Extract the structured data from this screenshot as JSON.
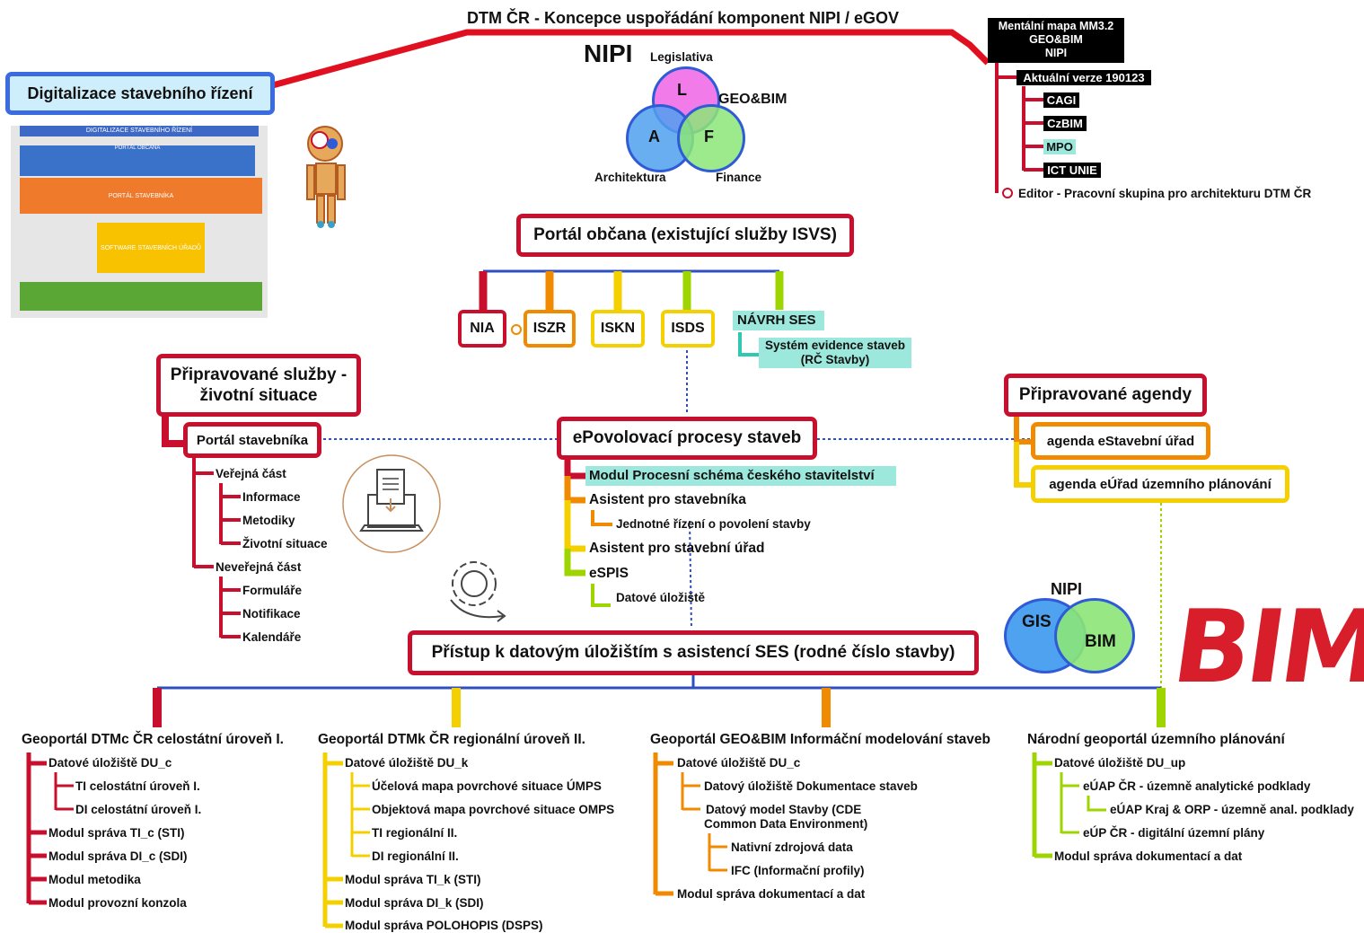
{
  "title": "DTM ČR - Koncepce uspořádání komponent NIPI / eGOV",
  "top_left_box": "Digitalizace stavebního řízení",
  "thumbnail": {
    "header": "DIGITALIZACE STAVEBNÍHO ŘÍZENÍ",
    "portal_obcana": "PORTÁL OBČANA",
    "portal_stavebnika": "PORTÁL STAVEBNÍKA",
    "software": "SOFTWARE STAVEBNÍCH ÚŘADŮ"
  },
  "venn_top": {
    "nipi": "NIPI",
    "l": "L",
    "a": "A",
    "f": "F",
    "legislativa": "Legislativa",
    "geobim": "GEO&BIM",
    "architektura": "Architektura",
    "finance": "Finance"
  },
  "mindmap": {
    "header_lines": [
      "Mentální mapa MM3.2",
      "GEO&BIM",
      "NIPI"
    ],
    "version": "Aktuální verze 190123",
    "items": [
      "CAGI",
      "CzBIM",
      "MPO",
      "ICT UNIE"
    ],
    "editor": "Editor - Pracovní skupina pro architekturu DTM ČR"
  },
  "portal_obcana": "Portál občana (existující služby ISVS)",
  "services": [
    "NIA",
    "ISZR",
    "ISKN",
    "ISDS"
  ],
  "navrh_ses": "NÁVRH SES",
  "ses_detail": [
    "Systém evidence staveb",
    "(RČ Stavby)"
  ],
  "pripravovane_sluzby": [
    "Připravované služby -",
    "životní situace"
  ],
  "portal_stavebnika": "Portál stavebníka",
  "stavebnik_tree": {
    "verejna": "Veřejná část",
    "verejna_items": [
      "Informace",
      "Metodiky",
      "Životní situace"
    ],
    "neverejna": "Neveřejná část",
    "neverejna_items": [
      "Formuláře",
      "Notifikace",
      "Kalendáře"
    ]
  },
  "epovolovaci": "ePovolovací procesy staveb",
  "epov_tree": {
    "modul": "Modul Procesní schéma českého stavitelství",
    "asistent_stavebnika": "Asistent pro stavebníka",
    "jednotne": "Jednotné řízení o povolení stavby",
    "asistent_urad": "Asistent pro stavební úřad",
    "espis": "eSPIS",
    "datove": "Datové úložiště"
  },
  "pripravovane_agendy": "Připravované agendy",
  "agendy": [
    "agenda eStavební úřad",
    "agenda eÚřad územního plánování"
  ],
  "venn_bottom": {
    "nipi": "NIPI",
    "gis": "GIS",
    "bim": "BIM"
  },
  "bim_mark": "BIM",
  "pristup": "Přístup k datovým úložištím s asistencí SES (rodné číslo stavby)",
  "geoportals": [
    {
      "title": "Geoportál DTMc ČR celostátní úroveň I.",
      "items": [
        "Datové úložiště DU_c",
        "TI celostátní úroveň  I.",
        "DI celostátní úroveň  I.",
        "Modul správa TI_c (STI)",
        "Modul správa DI_c (SDI)",
        "Modul metodika",
        "Modul provozní konzola"
      ]
    },
    {
      "title": "Geoportál DTMk ČR regionální úroveň II.",
      "items": [
        "Datové úložiště DU_k",
        "Účelová mapa povrchové situace ÚMPS",
        "Objektová mapa povrchové situace OMPS",
        "TI regionální II.",
        "DI regionální II.",
        "Modul správa TI_k (STI)",
        "Modul správa DI_k (SDI)",
        "Modul správa POLOHOPIS (DSPS)"
      ]
    },
    {
      "title": "Geoportál GEO&BIM Informáční modelování staveb",
      "items": [
        "Datové úložiště DU_c",
        "Datový úložiště Dokumentace staveb",
        "Datový model Stavby (CDE",
        "Common Data Environment)",
        "Nativní zdrojová data",
        "IFC (Informační profily)",
        "Modul správa dokumentací a dat"
      ]
    },
    {
      "title": "Národní geoportál územního plánování",
      "items": [
        "Datové úložiště DU_up",
        "eÚAP ČR - územně analytické podklady",
        "eÚAP Kraj & ORP - územně anal. podklady",
        "eÚP ČR - digitální územní plány",
        "Modul správa dokumentací a dat"
      ]
    }
  ],
  "colors": {
    "red": "#c8102e",
    "orange": "#f08a00",
    "yellow": "#f5d000",
    "lime": "#8fd400",
    "teal": "#30c8b0",
    "blue": "#2f5bd6"
  }
}
